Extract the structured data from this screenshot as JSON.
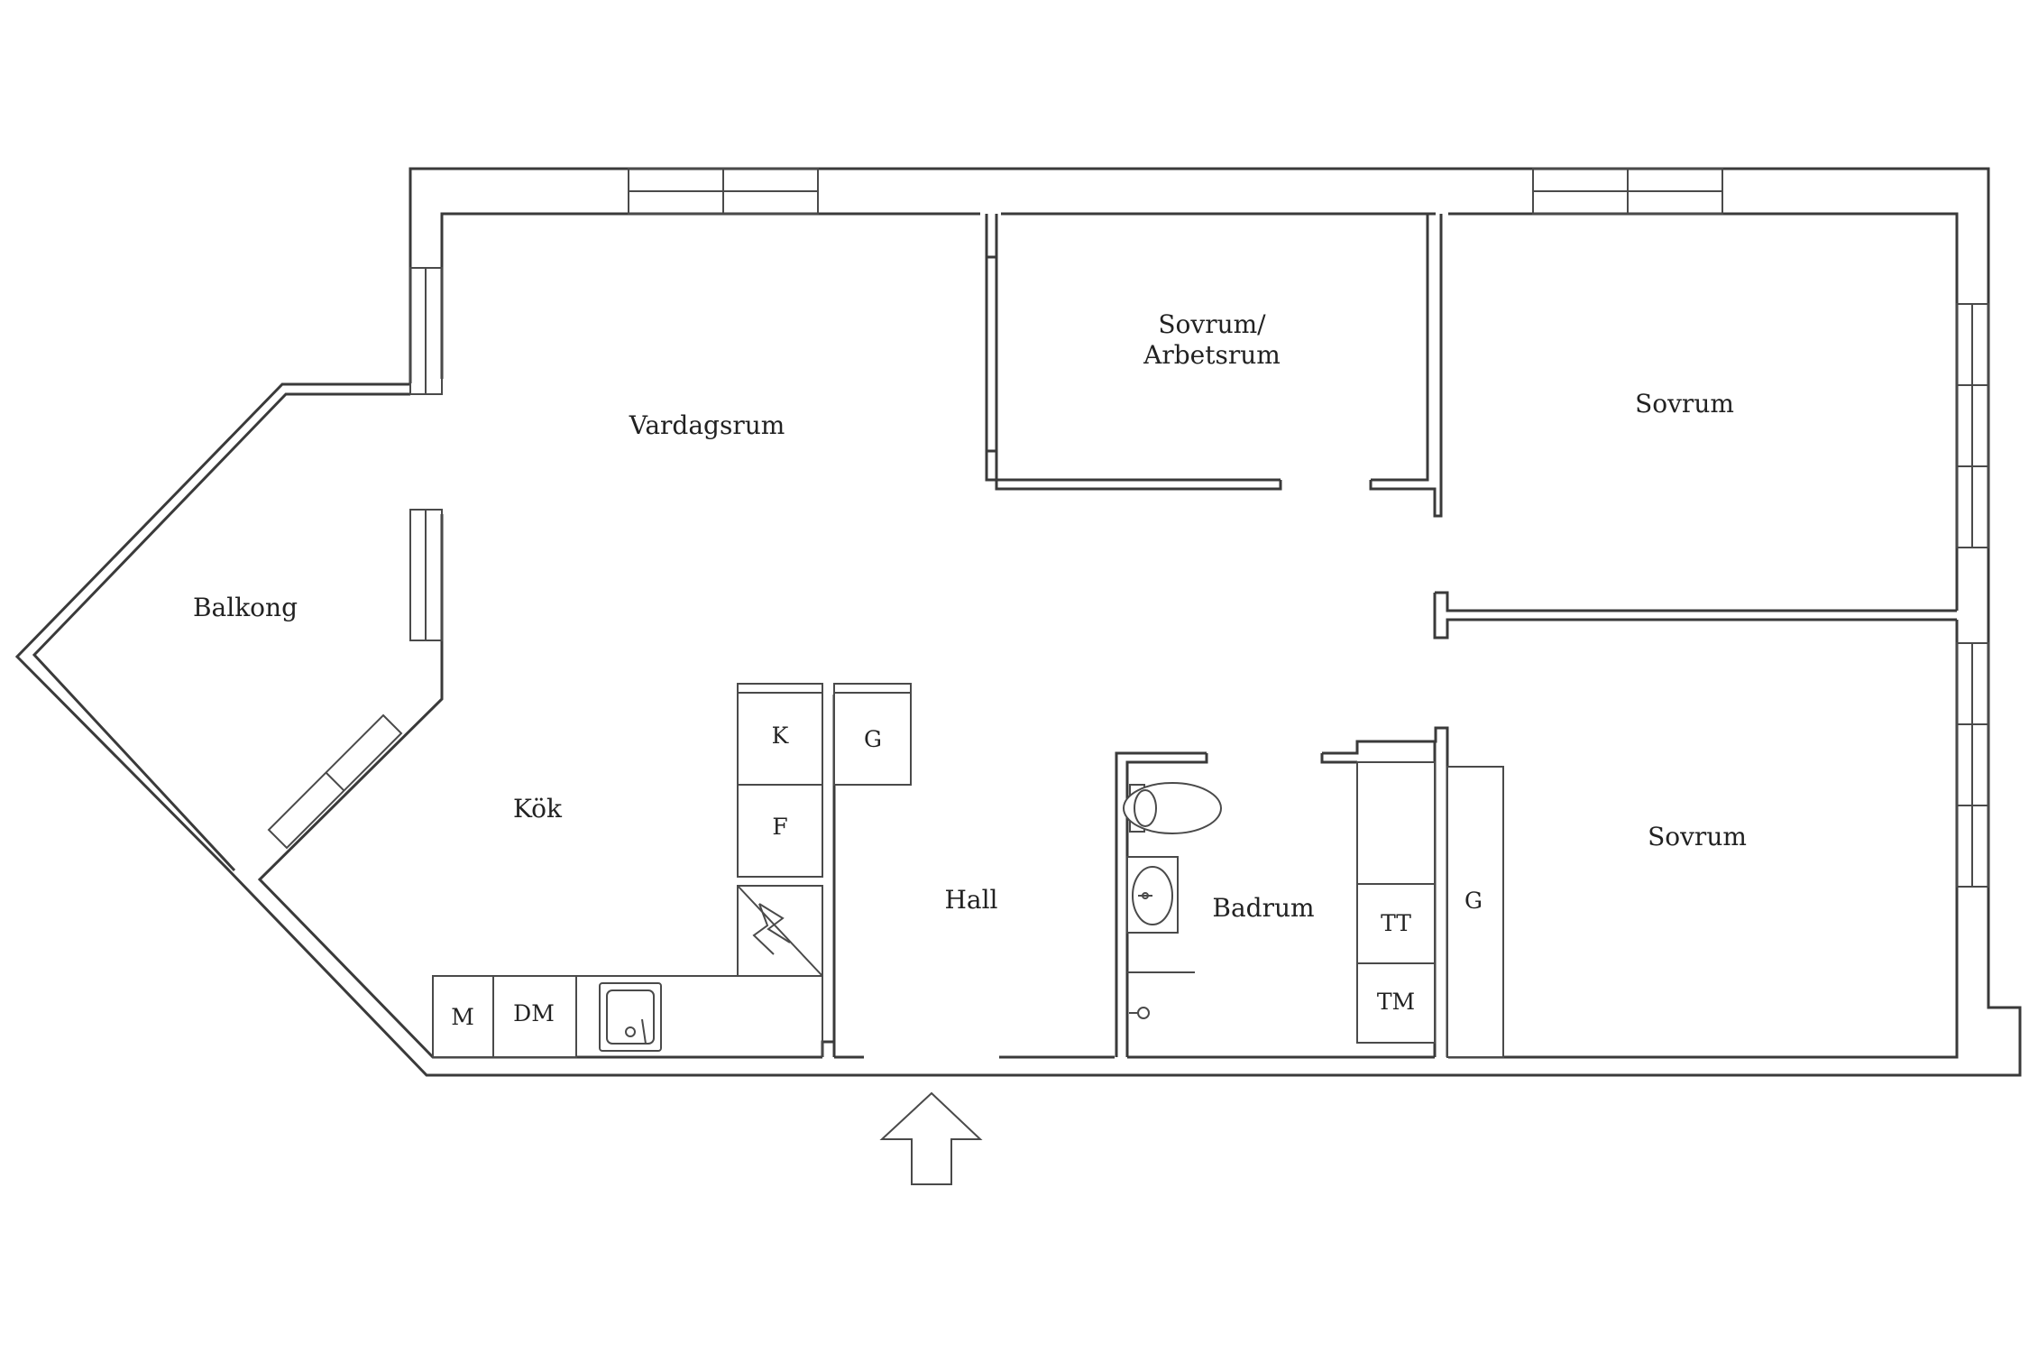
{
  "rooms": {
    "vardagsrum": "Vardagsrum",
    "sovrum_arbetsrum_line1": "Sovrum/",
    "sovrum_arbetsrum_line2": "Arbetsrum",
    "sovrum_1": "Sovrum",
    "sovrum_2": "Sovrum",
    "balkong": "Balkong",
    "kok": "Kök",
    "hall": "Hall",
    "badrum": "Badrum"
  },
  "fixtures": {
    "kyl": "K",
    "frys": "F",
    "garderob_hall": "G",
    "garderob_sovrum": "G",
    "mikro": "M",
    "diskmaskin": "DM",
    "torktumlare": "TT",
    "tvattmaskin": "TM"
  },
  "icons": {
    "entrance": "entrance-arrow-icon",
    "stove": "stove-icon",
    "sink": "kitchen-sink-icon",
    "toilet": "toilet-icon",
    "basin": "wash-basin-icon",
    "shower": "shower-head-icon"
  }
}
